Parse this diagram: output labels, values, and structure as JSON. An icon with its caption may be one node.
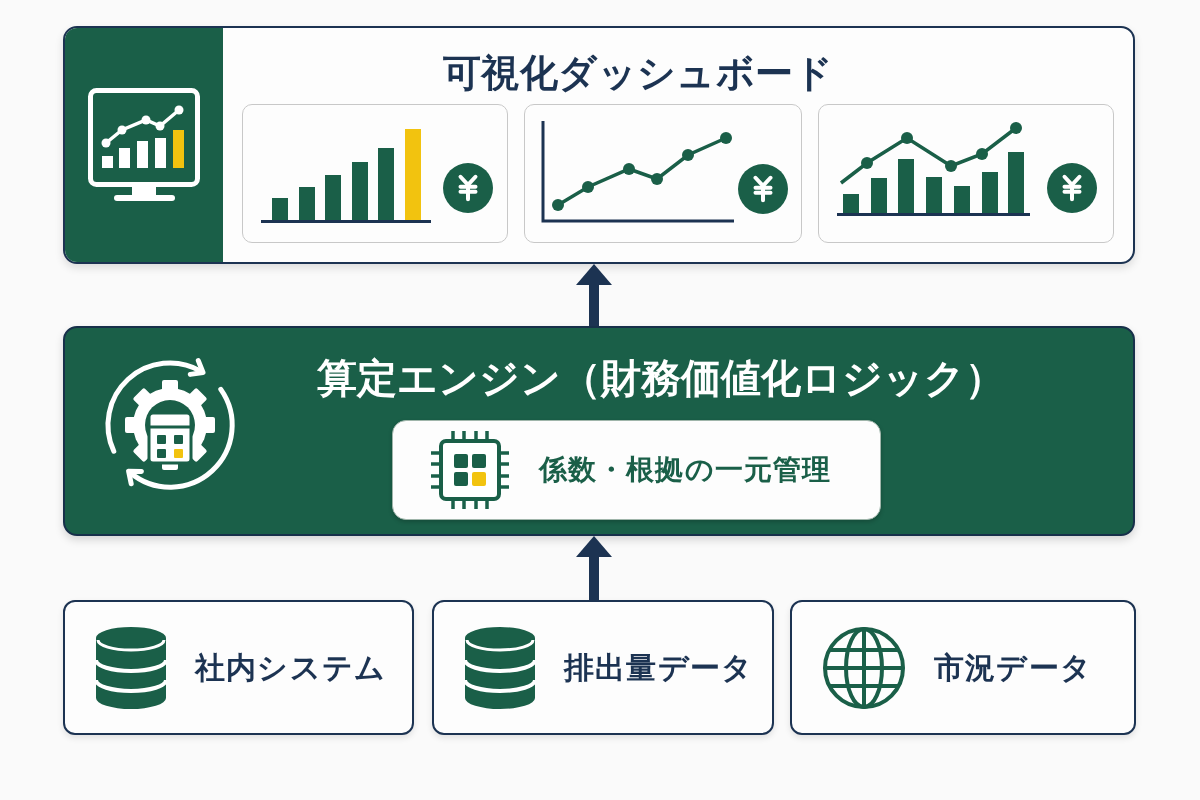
{
  "diagram": {
    "nodes": [
      {
        "text": [
          "可視化ダッシュボード"
        ]
      },
      {
        "text": [],
        "shape": "picture",
        "in": 0
      },
      {
        "text": [],
        "shape": "picture",
        "in": 0
      },
      {
        "text": [],
        "shape": "picture",
        "in": 0
      },
      {
        "text": [
          "算定エンジン（財務価値化ロジック）"
        ]
      },
      {
        "text": [
          "係数・根拠の一元管理"
        ],
        "in": 4
      },
      {
        "text": [
          "社内システム"
        ]
      },
      {
        "text": [
          "排出量データ"
        ]
      },
      {
        "text": [
          "市況データ"
        ]
      }
    ],
    "edges": [
      {
        "from": 7,
        "to": 4,
        "arrow": "to"
      },
      {
        "from": 4,
        "to": 0,
        "arrow": "to"
      }
    ]
  }
}
